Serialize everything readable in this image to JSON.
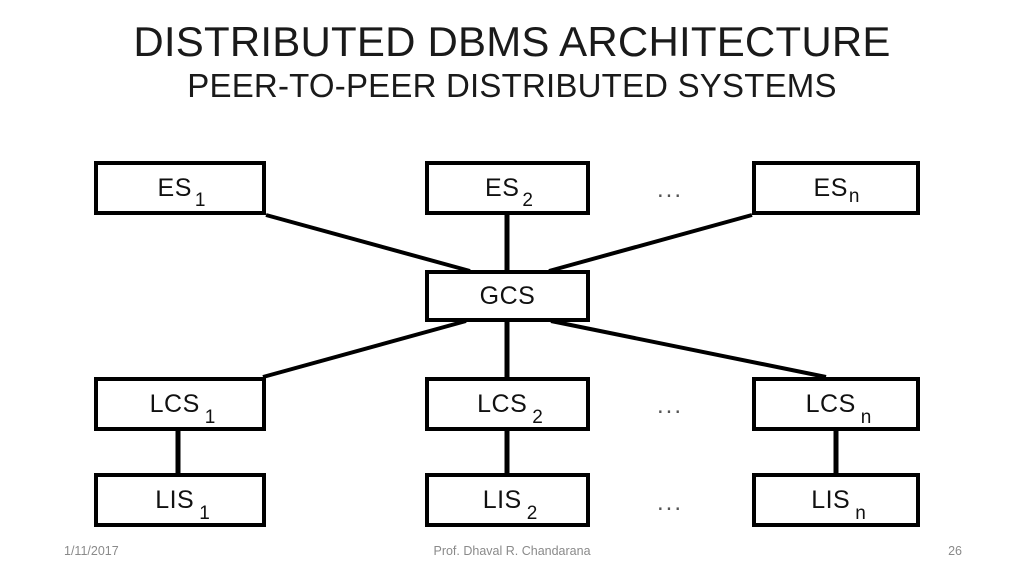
{
  "slide": {
    "title_main": "DISTRIBUTED DBMS ARCHITECTURE",
    "title_sub": "PEER-TO-PEER DISTRIBUTED SYSTEMS",
    "background_color": "#ffffff",
    "line_color": "#000000",
    "text_color": "#111111"
  },
  "diagram": {
    "ellipsis_text": "...",
    "nodes": {
      "es1": {
        "base": "ES",
        "sub": "1"
      },
      "es2": {
        "base": "ES",
        "sub": "2"
      },
      "esn": {
        "base": "ES",
        "sub": "n"
      },
      "gcs": {
        "base": "GCS",
        "sub": ""
      },
      "lcs1": {
        "base": "LCS",
        "sub": "1"
      },
      "lcs2": {
        "base": "LCS",
        "sub": "2"
      },
      "lcsn": {
        "base": "LCS",
        "sub": "n"
      },
      "lis1": {
        "base": "LIS",
        "sub": "1"
      },
      "lis2": {
        "base": "LIS",
        "sub": "2"
      },
      "lisn": {
        "base": "LIS",
        "sub": "n"
      }
    }
  },
  "footer": {
    "date": "1/11/2017",
    "author": "Prof. Dhaval R. Chandarana",
    "page_number": "26",
    "text_color": "#8a8a8a"
  }
}
